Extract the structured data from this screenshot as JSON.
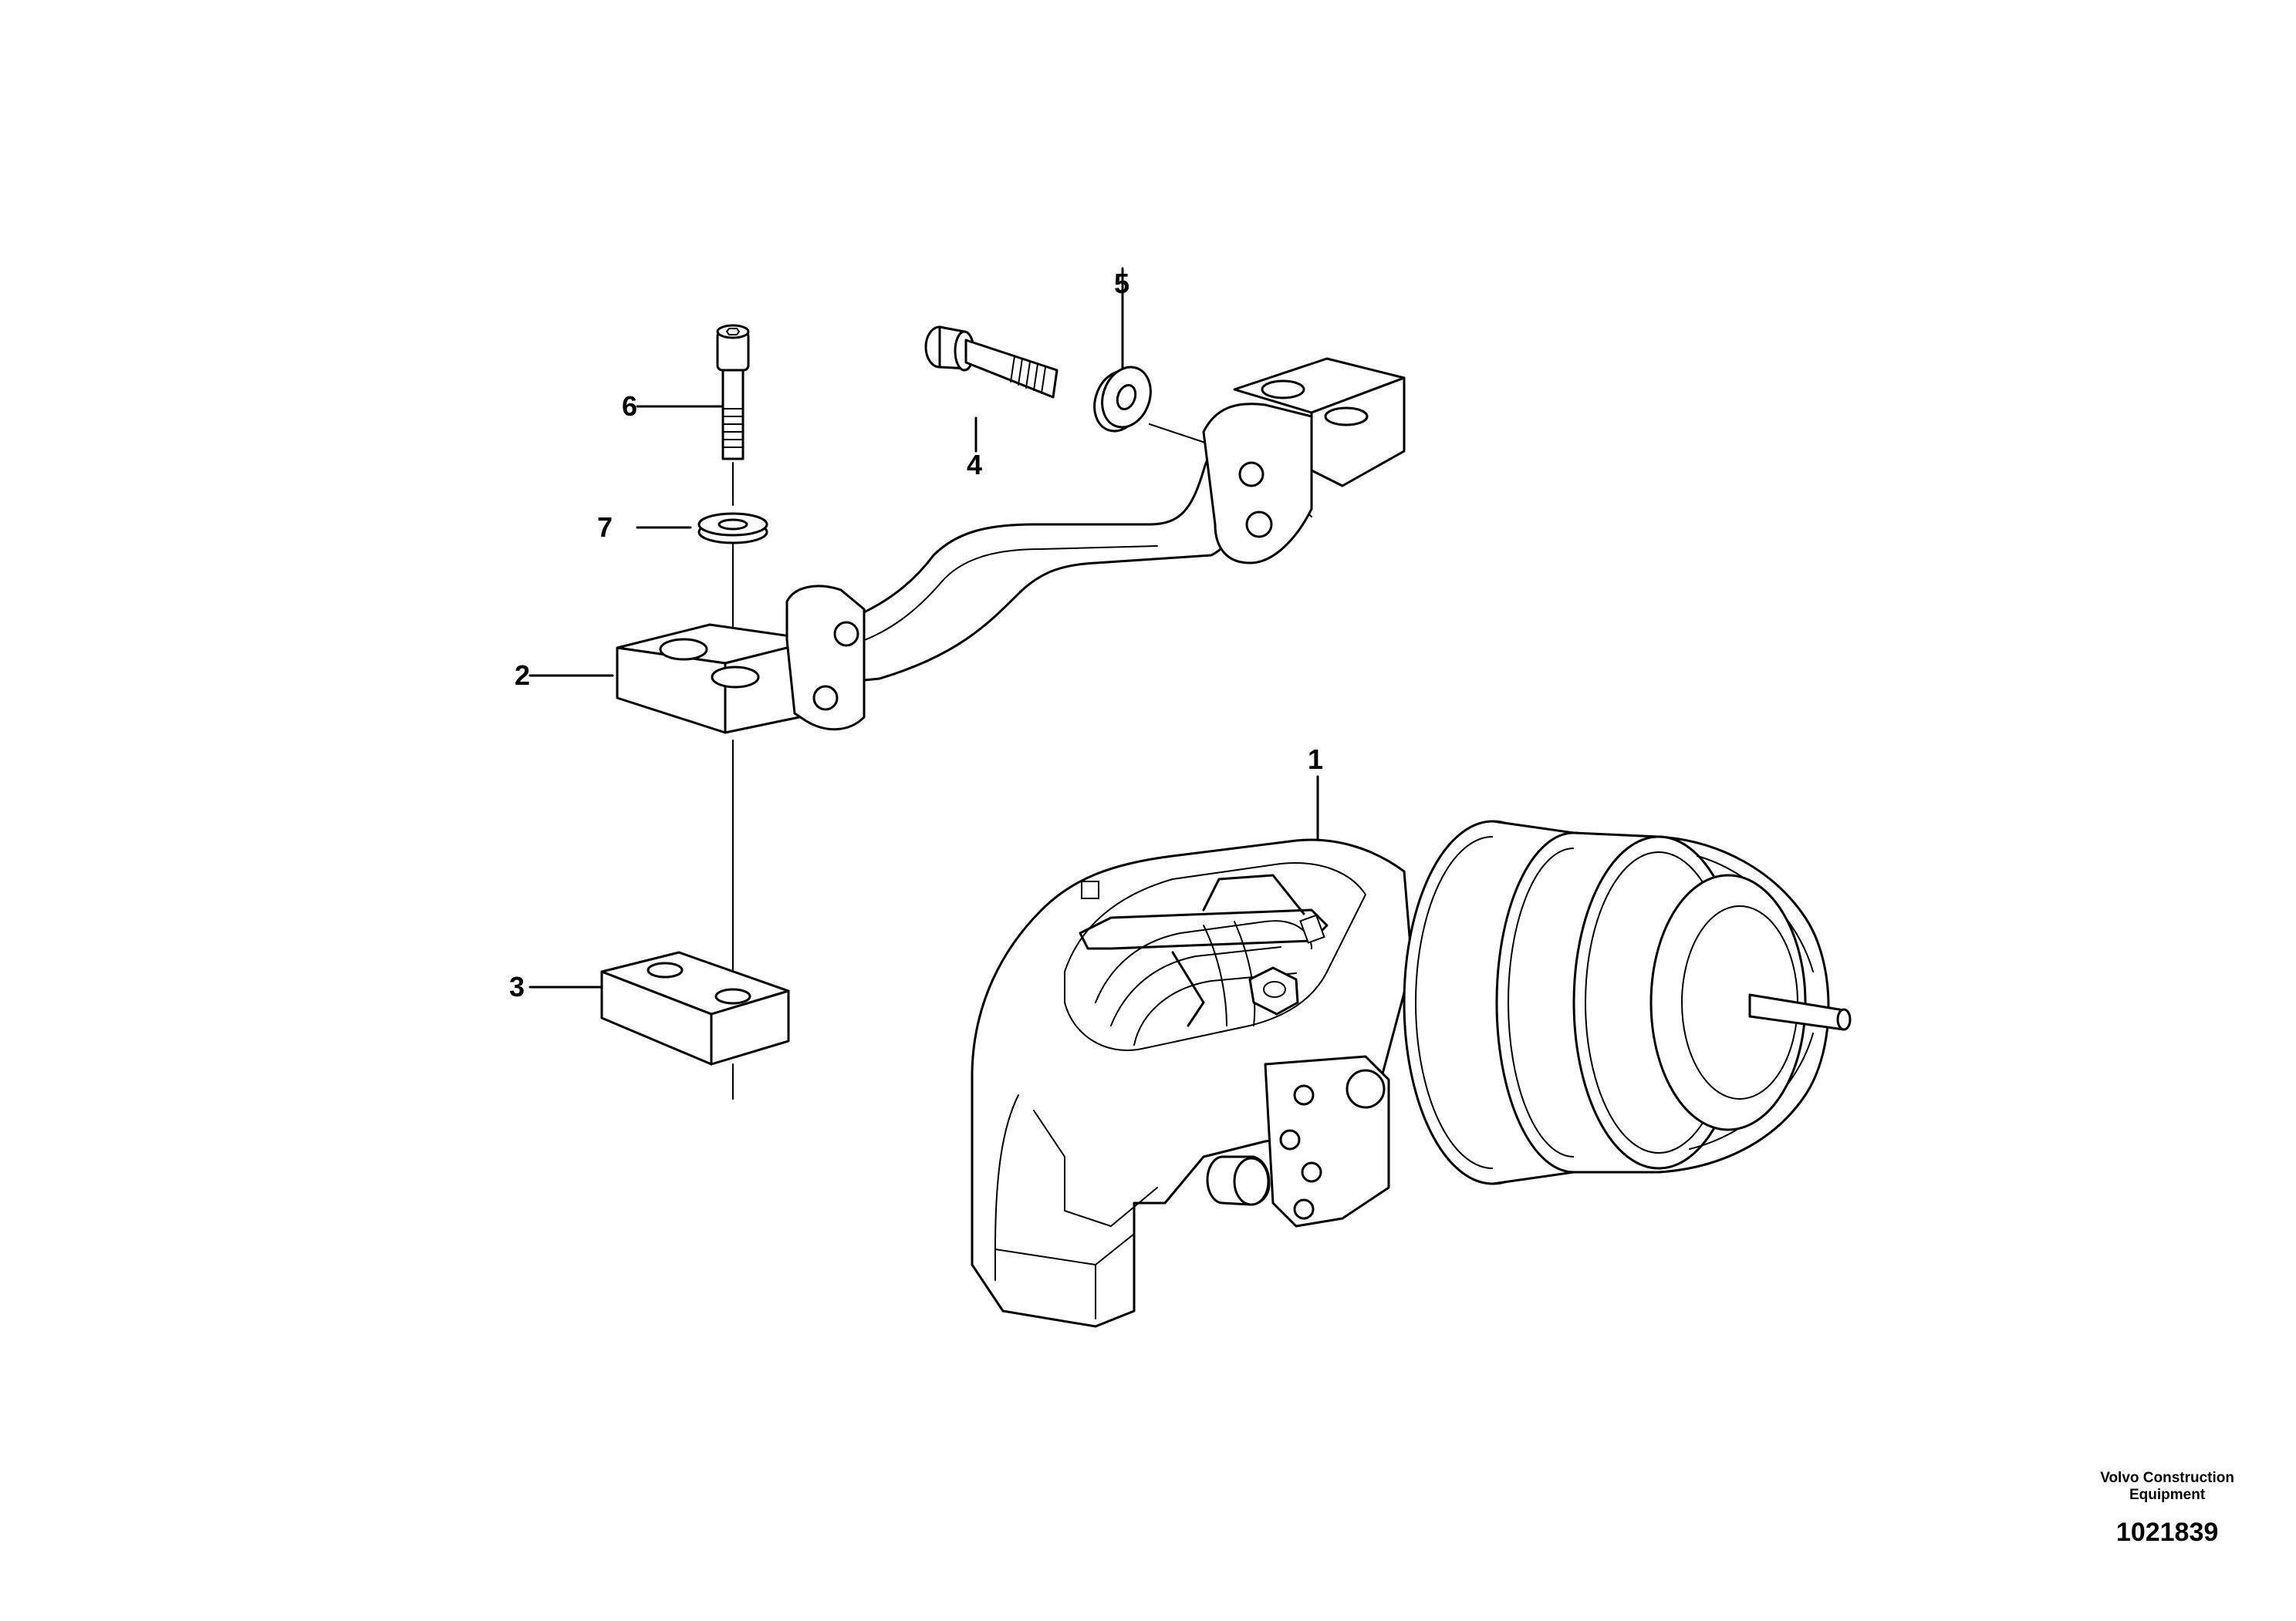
{
  "callouts": [
    {
      "id": "1",
      "text": "1"
    },
    {
      "id": "2",
      "text": "2"
    },
    {
      "id": "3",
      "text": "3"
    },
    {
      "id": "4",
      "text": "4"
    },
    {
      "id": "5",
      "text": "5"
    },
    {
      "id": "6",
      "text": "6"
    },
    {
      "id": "7",
      "text": "7"
    }
  ],
  "credit": {
    "line1": "Volvo Construction",
    "line2": "Equipment",
    "number": "1021839"
  }
}
